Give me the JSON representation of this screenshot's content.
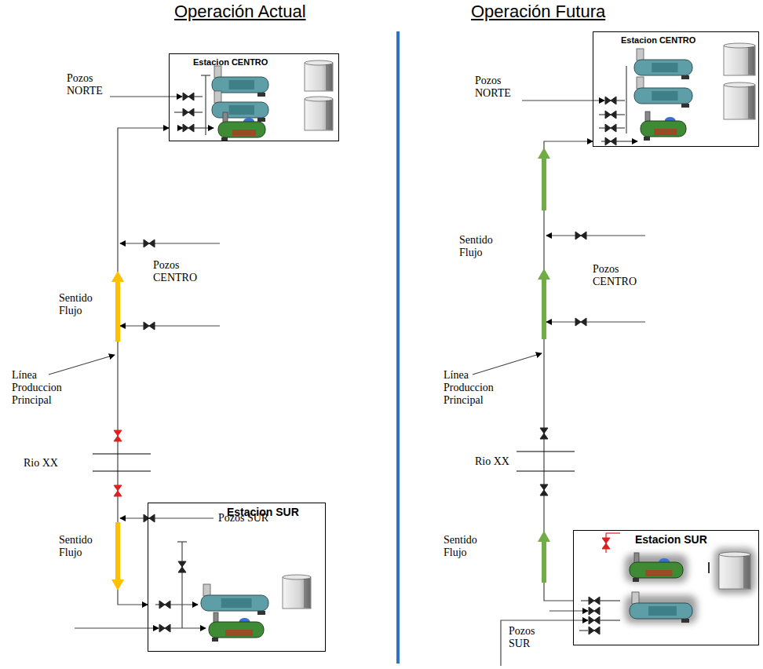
{
  "diagram": {
    "nodes": [
      {
        "text": [
          "Estacion CENTRO"
        ]
      },
      {
        "text": [
          "Estacion SUR"
        ]
      },
      {
        "text": [
          "Estacion CENTRO"
        ]
      },
      {
        "text": [
          "Estacion SUR"
        ]
      }
    ],
    "edges": [
      {
        "from": 1,
        "to": 0,
        "arrow": "both"
      },
      {
        "from": 3,
        "to": 2,
        "arrow": "to"
      }
    ],
    "labels": [
      "Operación Actual",
      "Pozos NORTE",
      "Pozos CENTRO",
      "Sentido Flujo",
      "Línea Produccion Principal",
      "Rio XX",
      "Pozos SUR",
      "Sentido Flujo",
      "Operación Futura",
      "Pozos NORTE",
      "Sentido Flujo",
      "Pozos CENTRO",
      "Línea Produccion Principal",
      "Rio XX",
      "Sentido Flujo",
      "Pozos SUR"
    ]
  }
}
